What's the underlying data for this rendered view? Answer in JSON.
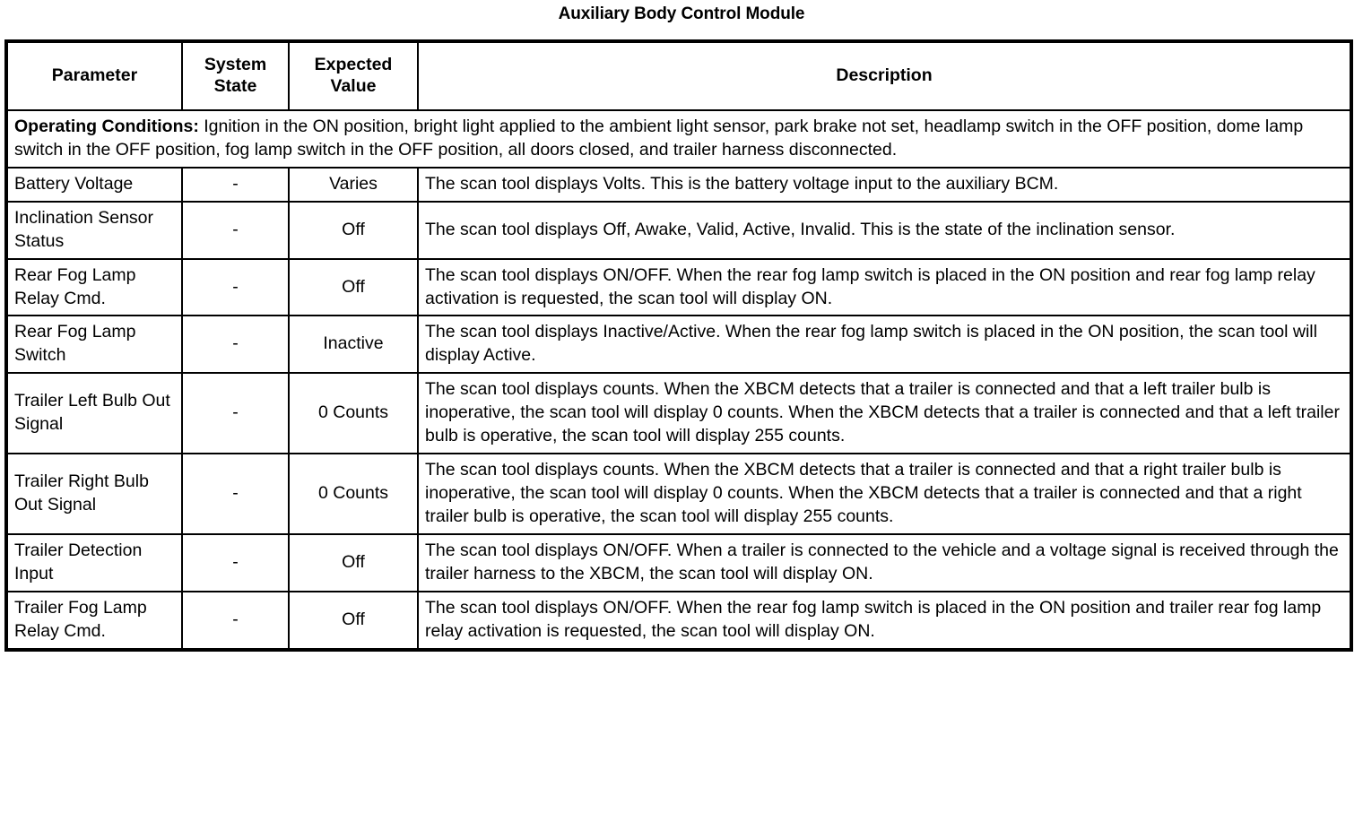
{
  "document": {
    "title": "Auxiliary Body Control Module"
  },
  "table": {
    "headers": {
      "parameter": "Parameter",
      "system_state_line1": "System",
      "system_state_line2": "State",
      "expected_value_line1": "Expected",
      "expected_value_line2": "Value",
      "description": "Description"
    },
    "operating_conditions": {
      "label": "Operating Conditions:",
      "text": " Ignition in the ON position, bright light applied to the ambient light sensor, park brake not set, headlamp switch in the OFF position, dome lamp switch in the OFF position, fog lamp switch in the OFF position, all doors closed, and trailer harness disconnected."
    },
    "rows": [
      {
        "parameter": "Battery Voltage",
        "system_state": "-",
        "expected_value": "Varies",
        "description": "The scan tool displays Volts. This is the battery voltage input to the auxiliary BCM."
      },
      {
        "parameter": "Inclination Sensor Status",
        "system_state": "-",
        "expected_value": "Off",
        "description": "The scan tool displays Off, Awake, Valid, Active, Invalid. This is the state of the inclination sensor."
      },
      {
        "parameter": "Rear Fog Lamp Relay Cmd.",
        "system_state": "-",
        "expected_value": "Off",
        "description": "The scan tool displays ON/OFF. When the rear fog lamp switch is placed in the ON position and rear fog lamp relay activation is requested, the scan tool will display ON."
      },
      {
        "parameter": "Rear Fog Lamp Switch",
        "system_state": "-",
        "expected_value": "Inactive",
        "description": "The scan tool displays Inactive/Active. When the rear fog lamp switch is placed in the ON position, the scan tool will display Active."
      },
      {
        "parameter": "Trailer Left Bulb Out Signal",
        "system_state": "-",
        "expected_value": "0 Counts",
        "description": "The scan tool displays counts. When the XBCM detects that a trailer is connected and that a left trailer bulb is inoperative, the scan tool will display 0 counts. When the XBCM detects that a trailer is connected and that a left trailer bulb is operative, the scan tool will display 255 counts."
      },
      {
        "parameter": "Trailer Right Bulb Out Signal",
        "system_state": "-",
        "expected_value": "0 Counts",
        "description": "The scan tool displays counts. When the XBCM detects that a trailer is connected and that a right trailer bulb is inoperative, the scan tool will display 0 counts. When the XBCM detects that a trailer is connected and that a right trailer bulb is operative, the scan tool will display 255 counts."
      },
      {
        "parameter": "Trailer Detection Input",
        "system_state": "-",
        "expected_value": "Off",
        "description": "The scan tool displays ON/OFF. When a trailer is connected to the vehicle and a voltage signal is received through the trailer harness to the XBCM, the scan tool will display ON."
      },
      {
        "parameter": "Trailer Fog Lamp Relay Cmd.",
        "system_state": "-",
        "expected_value": "Off",
        "description": "The scan tool displays ON/OFF. When the rear fog lamp switch is placed in the ON position and trailer rear fog lamp relay activation is requested, the scan tool will display ON."
      }
    ]
  },
  "colors": {
    "text": "#000000",
    "background": "#ffffff",
    "border": "#000000"
  }
}
